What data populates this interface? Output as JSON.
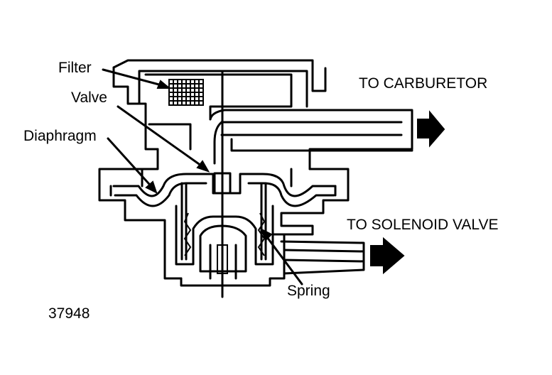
{
  "labels": {
    "filter": "Filter",
    "valve": "Valve",
    "diaphragm": "Diaphragm",
    "spring": "Spring",
    "to_carburetor": "TO CARBURETOR",
    "to_solenoid": "TO SOLENOID VALVE",
    "figure_number": "37948"
  },
  "icons": [
    "arrow-right-icon"
  ]
}
